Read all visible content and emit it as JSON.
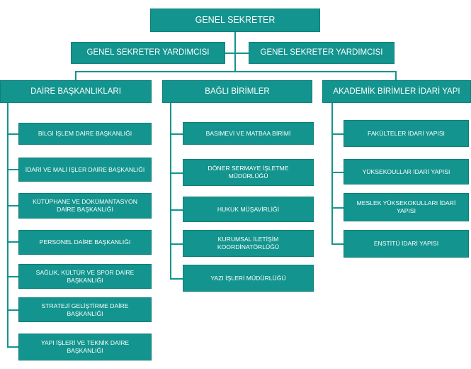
{
  "chart": {
    "root": "GENEL SEKRETER",
    "deputies": [
      "GENEL SEKRETER YARDIMCISI",
      "GENEL SEKRETER YARDIMCISI"
    ],
    "columns": [
      {
        "title": "DAİRE BAŞKANLIKLARI",
        "items": [
          "BİLGİ İŞLEM DAİRE BAŞKANLIĞI",
          "İDARİ VE MALİ İŞLER DAİRE BAŞKANLIĞI",
          "KÜTÜPHANE VE DOKÜMANTASYON DAİRE BAŞKANLIĞI",
          "PERSONEL DAİRE BAŞKANLIĞI",
          "SAĞLIK, KÜLTÜR VE SPOR DAİRE BAŞKANLIĞI",
          "STRATEJİ GELİŞTİRME DAİRE BAŞKANLIĞI",
          "YAPI İŞLERİ VE TEKNİK DAİRE BAŞKANLIĞI"
        ]
      },
      {
        "title": "BAĞLI BİRİMLER",
        "items": [
          "BASIMEVİ VE MATBAA BİRİMİ",
          "DÖNER SERMAYE İŞLETME MÜDÜRLÜĞÜ",
          "HUKUK MÜŞAVİRLİĞİ",
          "KURUMSAL İLETİŞİM KOORDİNATÖRLÜĞÜ",
          "YAZI İŞLERİ MÜDÜRLÜĞÜ"
        ]
      },
      {
        "title": "AKADEMİK BİRİMLER İDARİ YAPI",
        "items": [
          "FAKÜLTELER İDARİ YAPISI",
          "YÜKSEKOULLAR İDARİ YAPISI",
          "MESLEK YÜKSEKOKULLARI İDARİ YAPISI",
          "ENSTİTÜ İDARİ YAPISI"
        ]
      }
    ],
    "colors": {
      "box_fill": "#13948e",
      "text": "#ffffff",
      "connector": "#13948e"
    }
  }
}
